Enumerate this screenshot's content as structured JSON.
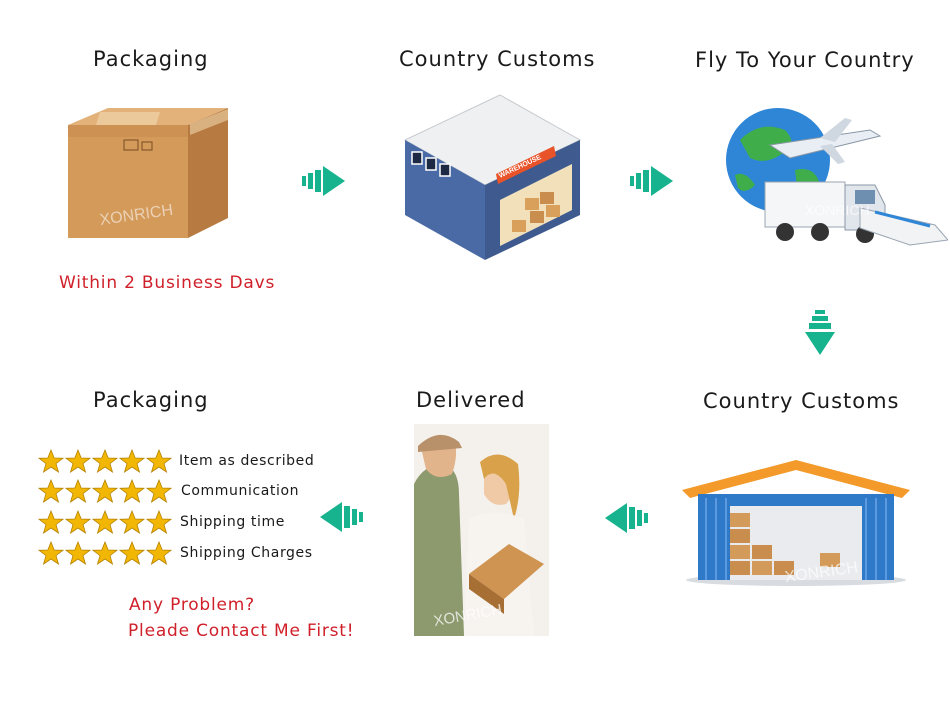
{
  "steps": {
    "packaging": {
      "title": "Packaging",
      "note": "Within 2 Business Davs"
    },
    "customs_origin": {
      "title": "Country Customs",
      "sign": "WAREHOUSE"
    },
    "fly": {
      "title": "Fly To Your Country"
    },
    "customs_dest": {
      "title": "Country Customs"
    },
    "delivered": {
      "title": "Delivered"
    },
    "feedback": {
      "title": "Packaging",
      "ratings": [
        {
          "label": "Item as described",
          "stars": 5
        },
        {
          "label": "Communication",
          "stars": 5
        },
        {
          "label": "Shipping time",
          "stars": 5
        },
        {
          "label": "Shipping Charges",
          "stars": 5
        }
      ],
      "problem_line1": "Any Problem?",
      "problem_line2": "Pleade Contact Me First!"
    }
  },
  "watermark": "XONRICH",
  "colors": {
    "arrow": "#17b38f",
    "warning": "#d0202a",
    "star": "#f2b705"
  }
}
